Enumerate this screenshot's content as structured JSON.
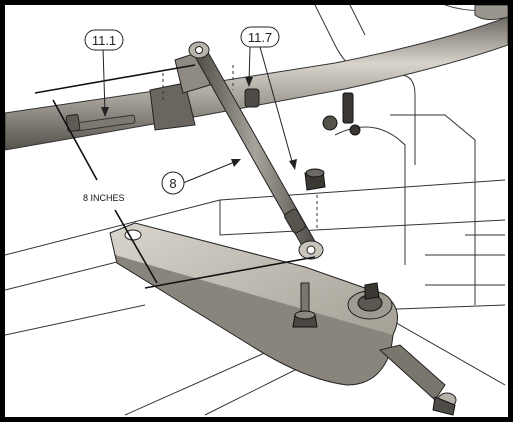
{
  "callouts": {
    "c11_1": "11.1",
    "c11_7": "11.7",
    "c8": "8"
  },
  "dimension": {
    "label": "8 INCHES"
  },
  "colors": {
    "frame_border": "#000000",
    "tube": "#8c8880",
    "metal_light": "#c9c5bc",
    "metal_dark": "#5a5650",
    "line": "#222222"
  }
}
